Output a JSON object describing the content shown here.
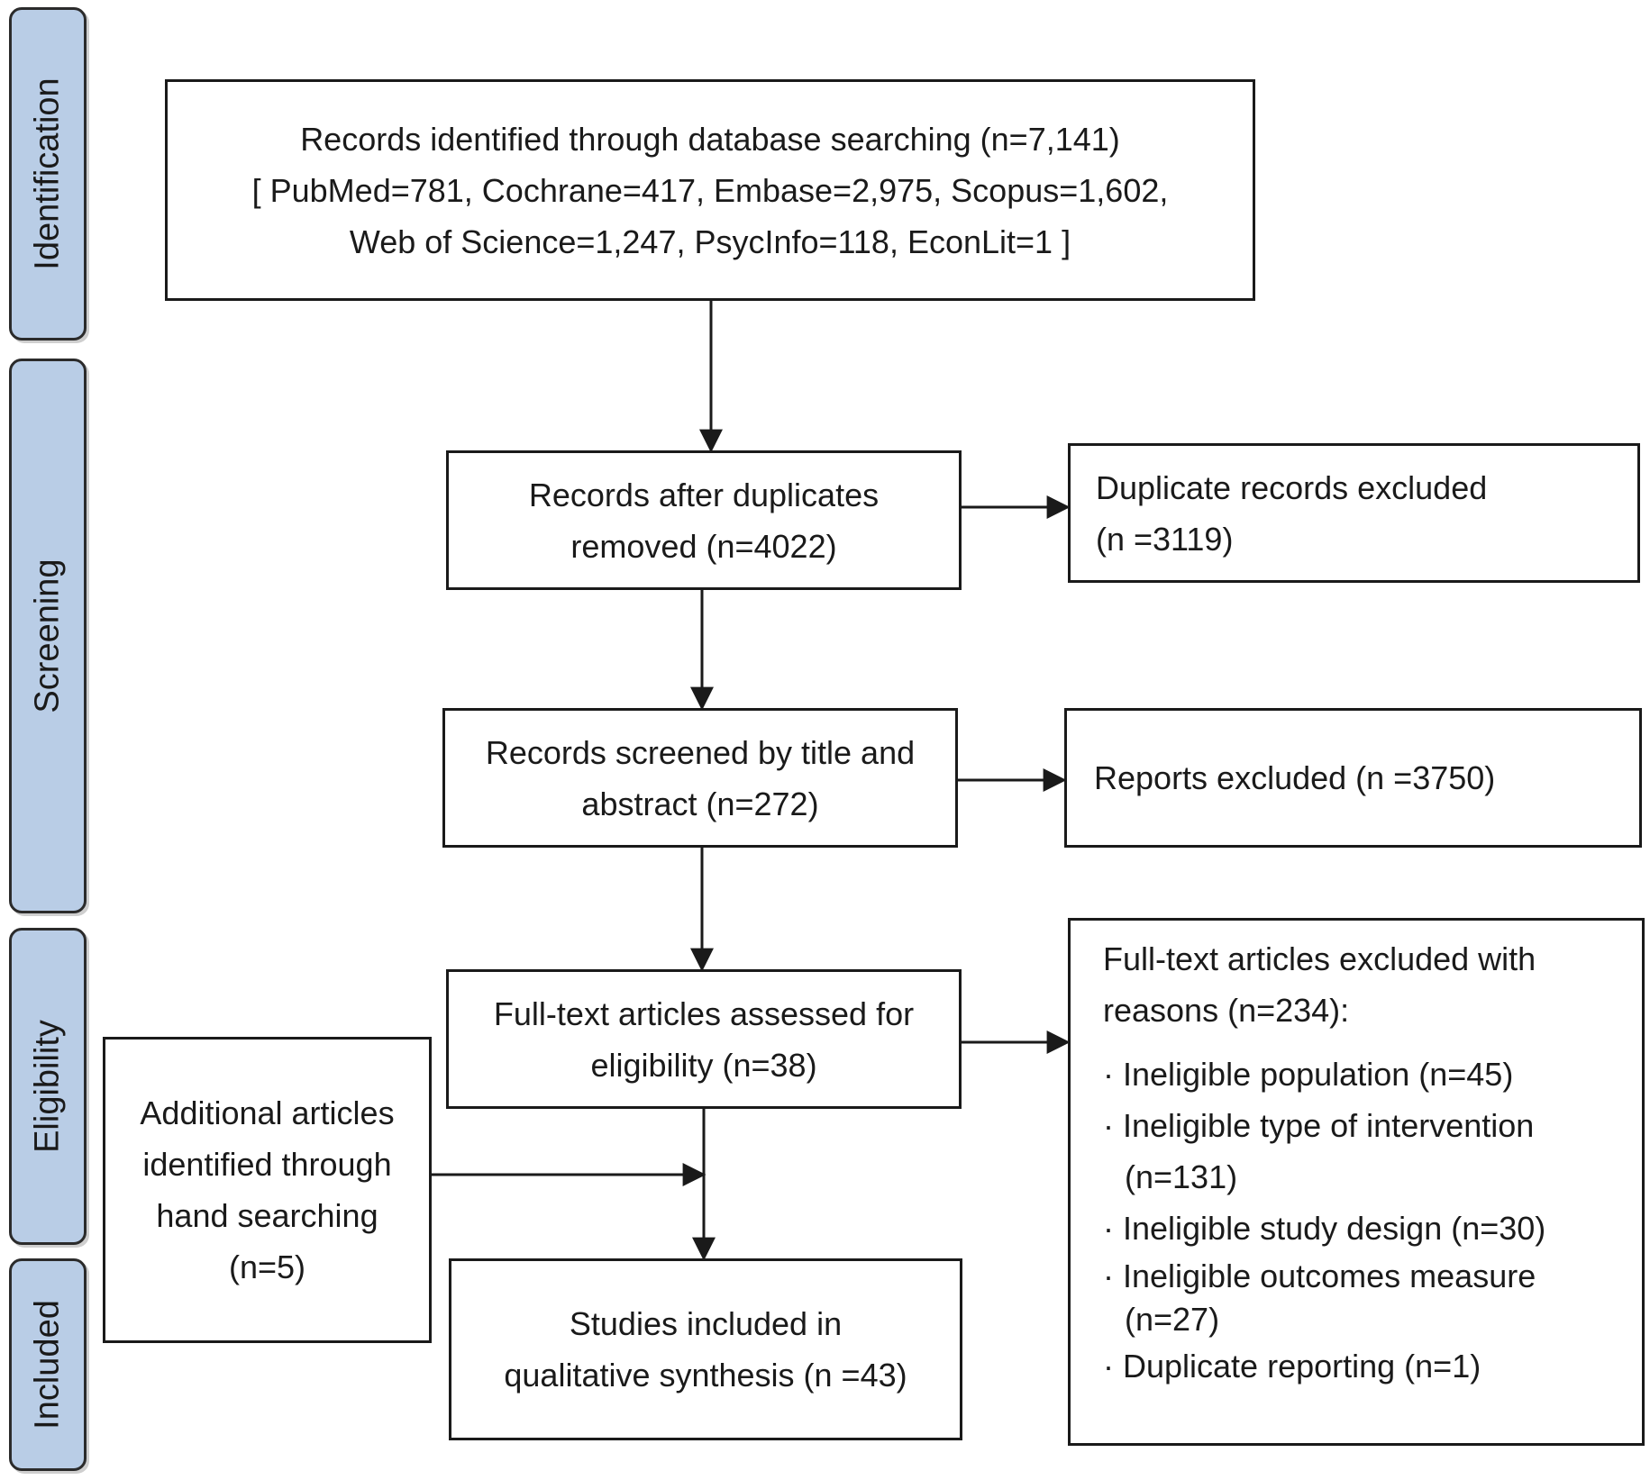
{
  "phases": {
    "identification": "Identification",
    "screening": "Screening",
    "eligibility": "Eligibility",
    "included": "Included"
  },
  "boxes": {
    "identified": {
      "line1": "Records identified through database searching (n=7,141)",
      "line2": "[ PubMed=781, Cochrane=417, Embase=2,975, Scopus=1,602,",
      "line3": "Web of Science=1,247, PsycInfo=118, EconLit=1 ]"
    },
    "after_duplicates": {
      "line1": "Records after duplicates",
      "line2": "removed (n=4022)"
    },
    "duplicates_excluded": {
      "line1": "Duplicate records excluded",
      "line2": "(n =3119)"
    },
    "screened": {
      "line1": "Records screened by title and",
      "line2": "abstract (n=272)"
    },
    "reports_excluded": {
      "line1": "Reports excluded (n =3750)"
    },
    "full_text_assessed": {
      "line1": "Full-text articles assessed for",
      "line2": "eligibility (n=38)"
    },
    "full_text_excluded": {
      "line1": "Full-text articles excluded with",
      "line2": "reasons (n=234):",
      "reasons": [
        "· Ineligible population (n=45)",
        "· Ineligible type of intervention",
        "(n=131)",
        "· Ineligible study design (n=30)",
        "· Ineligible outcomes measure",
        "(n=27)",
        "· Duplicate reporting (n=1)"
      ]
    },
    "additional": {
      "line1": "Additional articles",
      "line2": "identified through",
      "line3": "hand searching",
      "line4": "(n=5)"
    },
    "included": {
      "line1": "Studies included in",
      "line2": "qualitative synthesis (n =43)"
    }
  }
}
